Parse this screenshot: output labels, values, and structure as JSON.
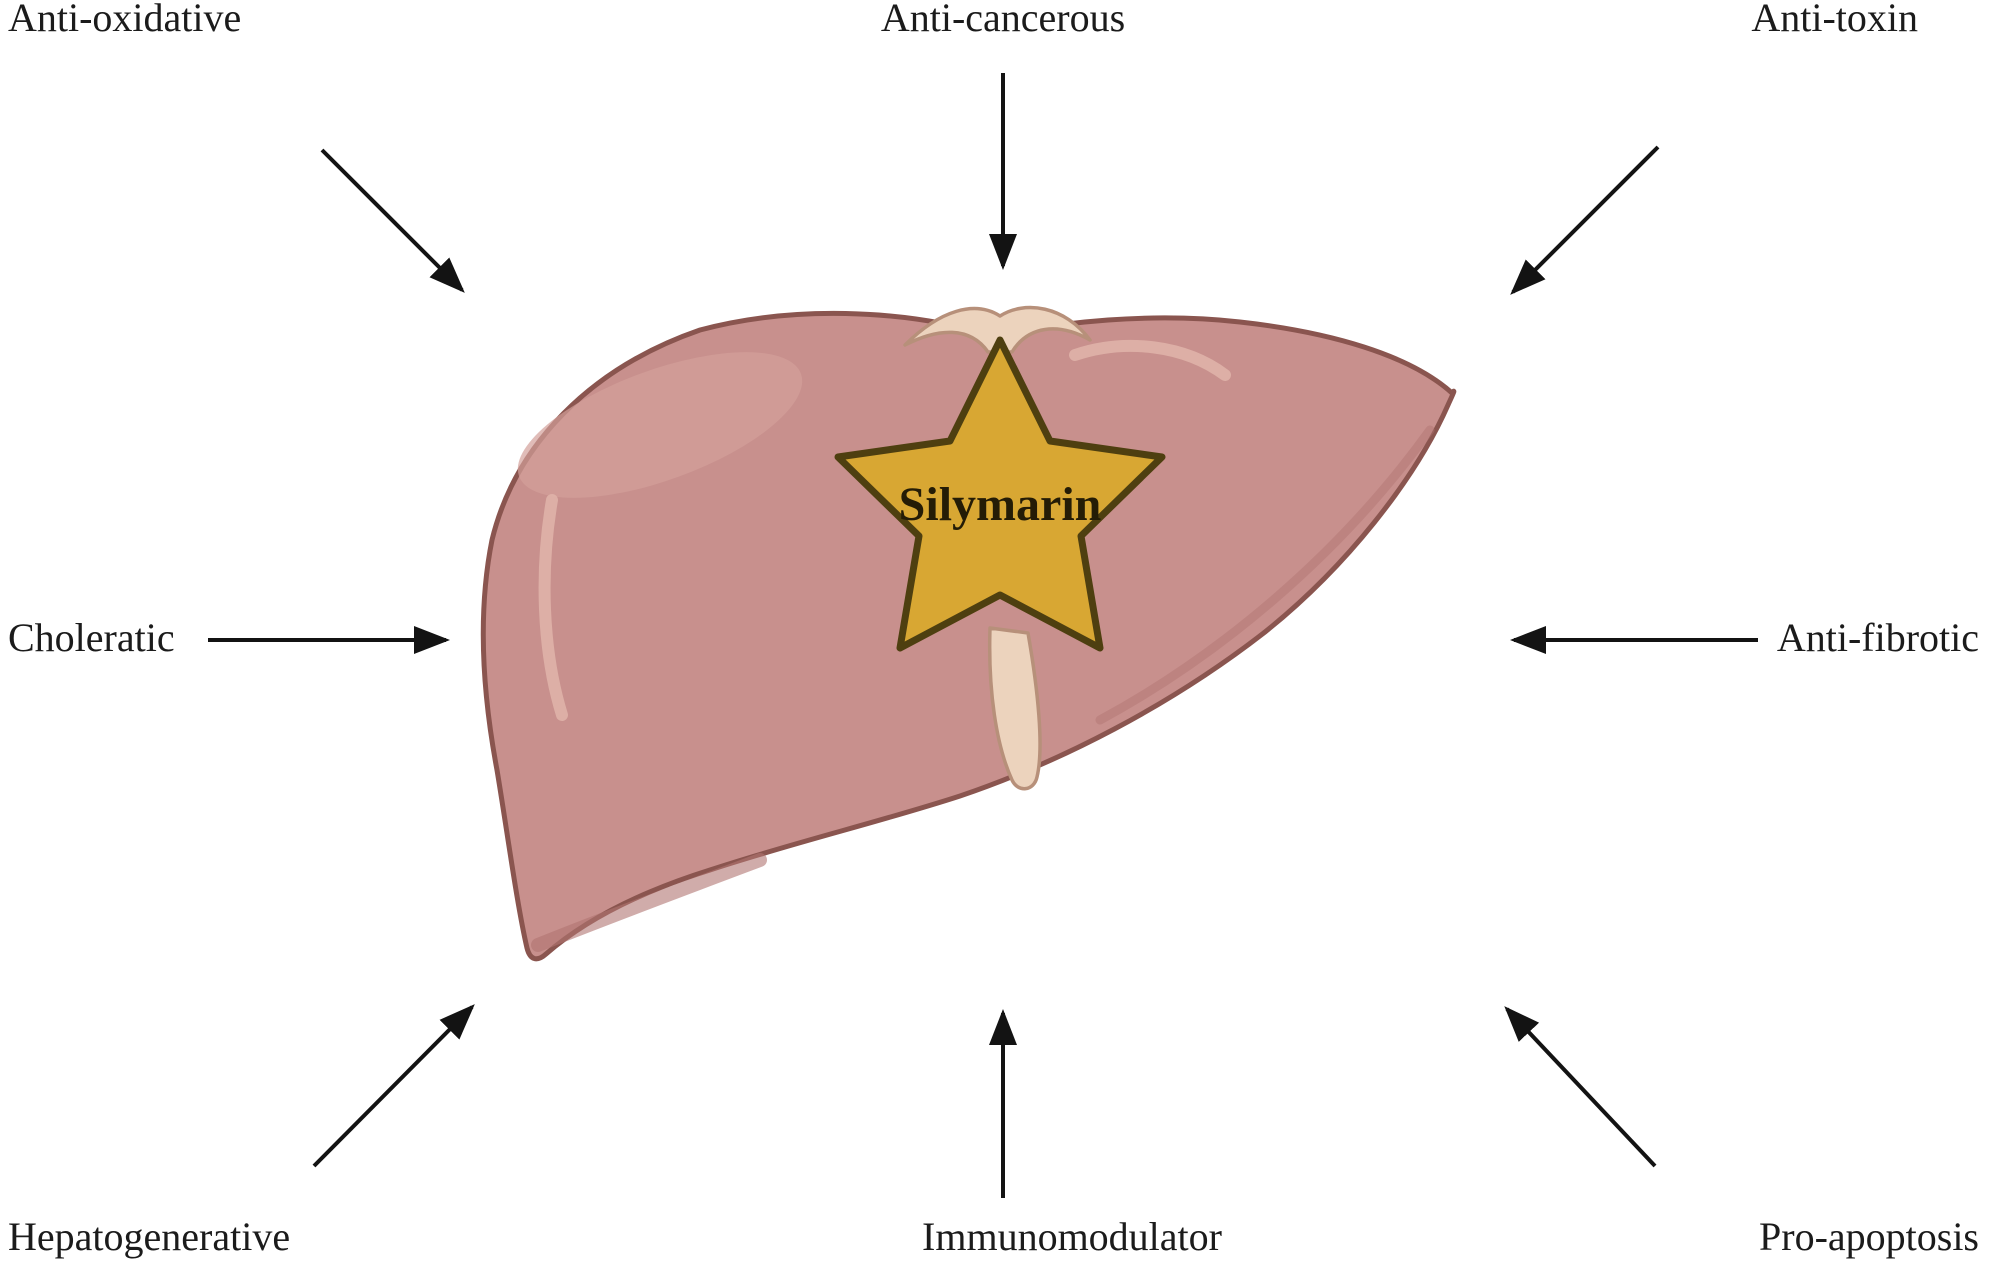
{
  "figure": {
    "center_label": "Silymarin",
    "organ": "liver",
    "labels": {
      "top_left": "Anti-oxidative",
      "top_center": "Anti-cancerous",
      "top_right": "Anti-toxin",
      "mid_left": "Choleratic",
      "mid_right": "Anti-fibrotic",
      "bottom_left": "Hepatogenerative",
      "bottom_center": "Immunomodulator",
      "bottom_right": "Pro-apoptosis"
    },
    "colors": {
      "background": "#ffffff",
      "text": "#1b1b1b",
      "arrow": "#131313",
      "star_fill": "#d8a733",
      "star_stroke": "#4e3f10",
      "star_text": "#241c06",
      "liver_fill": "#c8908d",
      "liver_stroke": "#8a554f",
      "liver_highlight": "#dfb2a8",
      "liver_shadow": "#b07472",
      "ligament_fill": "#ecd3bd",
      "ligament_stroke": "#b7907a"
    }
  }
}
